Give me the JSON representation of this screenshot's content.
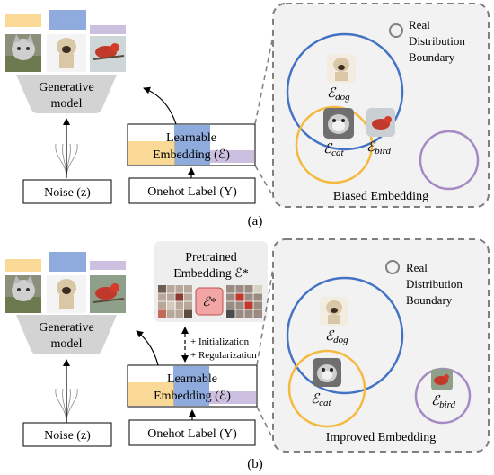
{
  "panel_a": {
    "caption": "(a)",
    "generator": {
      "line1": "Generative",
      "line2": "model"
    },
    "noise_label": "Noise (z)",
    "embedding": {
      "line1": "Learnable",
      "line2": "Embedding (ℰ)"
    },
    "onehot_label": "Onehot Label (Y)",
    "legend": {
      "line1": "Real",
      "line2": "Distribution",
      "line3": "Boundary"
    },
    "classes": {
      "dog": "ℰdog",
      "cat": "ℰcat",
      "bird": "ℰbird"
    },
    "result_caption": "Biased Embedding"
  },
  "panel_b": {
    "caption": "(b)",
    "generator": {
      "line1": "Generative",
      "line2": "model"
    },
    "noise_label": "Noise (z)",
    "embedding": {
      "line1": "Learnable",
      "line2": "Embedding (ℰ)"
    },
    "onehot_label": "Onehot Label (Y)",
    "pretrained": {
      "line1": "Pretrained",
      "line2": "Embedding ℰ*",
      "symbol": "ℰ*"
    },
    "init_label": "+ Initialization",
    "reg_label": "+ Regularization",
    "legend": {
      "line1": "Real",
      "line2": "Distribution",
      "line3": "Boundary"
    },
    "classes": {
      "dog": "ℰdog",
      "cat": "ℰcat",
      "bird": "ℰbird"
    },
    "result_caption": "Improved Embedding"
  },
  "colors": {
    "dog": "#4472c4",
    "cat": "#f5b940",
    "bird": "#a48bc4",
    "generator": "#d3d3d3",
    "pretrained_box": "#eeeeee",
    "star_box": "#f2a5a5",
    "dashed_border": "#7f7f7f"
  }
}
